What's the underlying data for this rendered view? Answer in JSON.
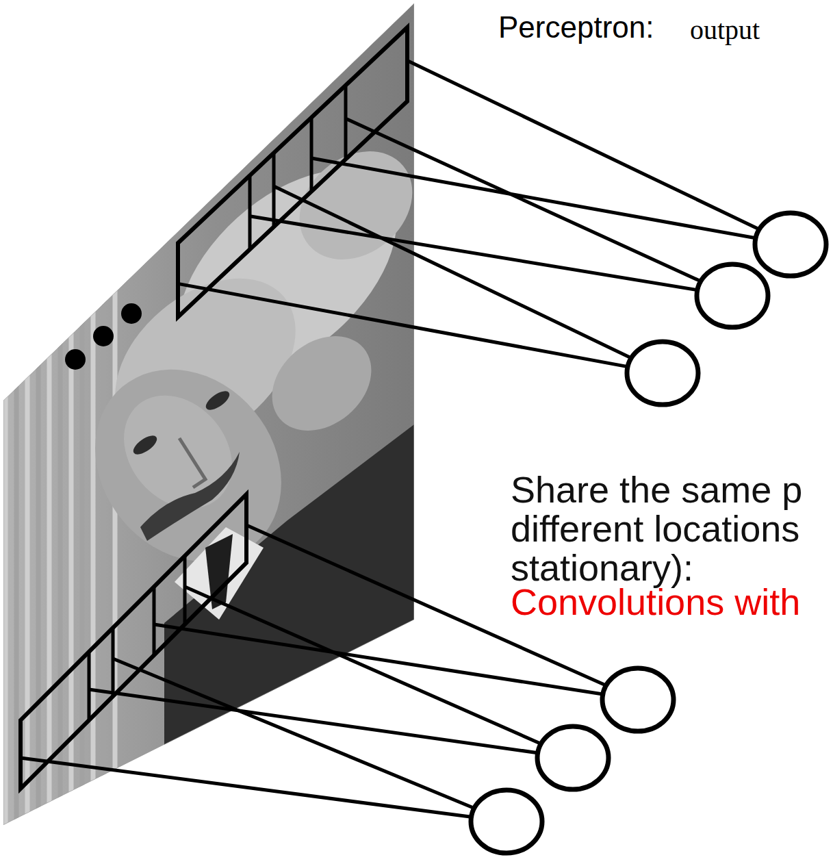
{
  "diagram": {
    "labels": [
      "Perceptron:",
      "output",
      "Share the same p different locations stationary):",
      "Convolutions with"
    ]
  }
}
